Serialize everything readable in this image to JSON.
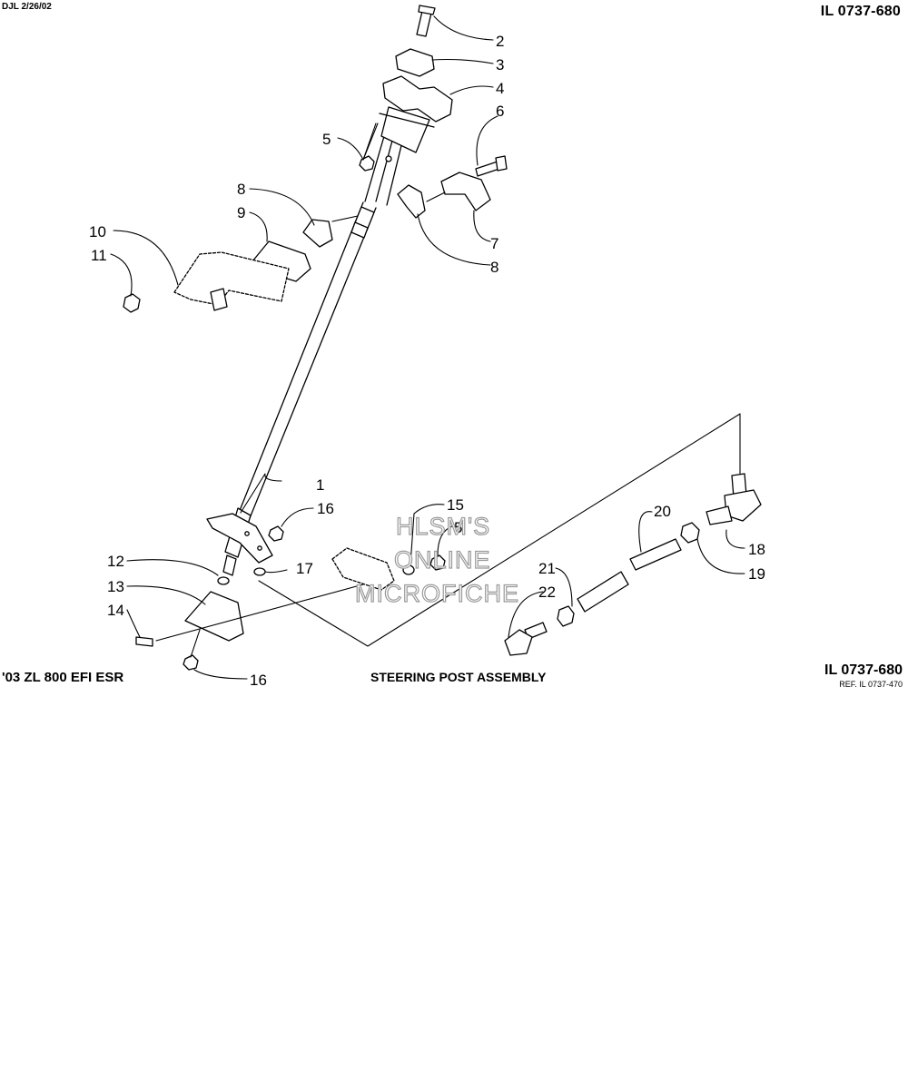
{
  "header": {
    "date_code": "DJL 2/26/02",
    "illustration_code": "IL 0737-680"
  },
  "footer": {
    "model": "'03 ZL 800 EFI ESR",
    "title": "STEERING POST ASSEMBLY",
    "illustration_code": "IL 0737-680",
    "reference": "REF. IL 0737-470"
  },
  "watermark": {
    "line1": "HLSM'S",
    "line2": "ONLINE",
    "line3": "MICROFICHE"
  },
  "callouts": {
    "c1": "1",
    "c2": "2",
    "c3": "3",
    "c4": "4",
    "c5a": "5",
    "c5b": "5",
    "c6": "6",
    "c7": "7",
    "c8a": "8",
    "c8b": "8",
    "c9": "9",
    "c10": "10",
    "c11": "11",
    "c12": "12",
    "c13": "13",
    "c14": "14",
    "c15": "15",
    "c16a": "16",
    "c16b": "16",
    "c17": "17",
    "c18": "18",
    "c19": "19",
    "c20": "20",
    "c21": "21",
    "c22": "22"
  }
}
